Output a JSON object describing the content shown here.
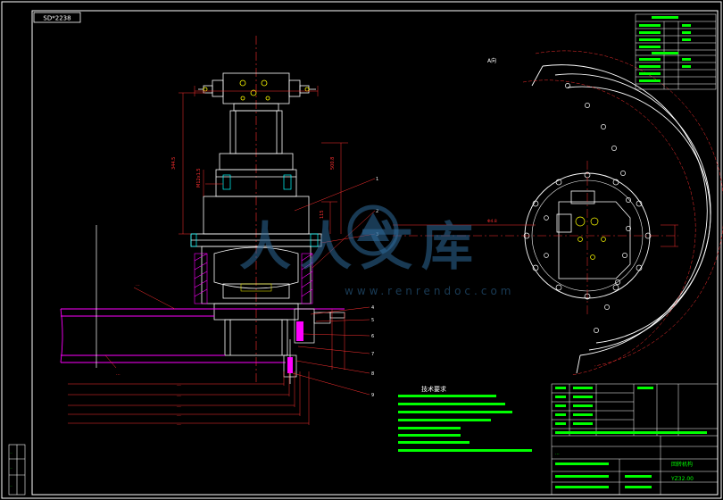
{
  "drawing": {
    "code_box_label": "SD*2238",
    "view_label": "A向",
    "drawing_number": "YZ32.00",
    "title_block_label": "回转机构"
  },
  "watermark": {
    "brand": "人人文库",
    "url": "www.renrendoc.com"
  },
  "tech_requirements": {
    "title": "技术要求"
  },
  "colors": {
    "background": "#000000",
    "frame": "#ffffff",
    "outline": "#ffffff",
    "dimension": "#ff3030",
    "centerline": "#ff3030",
    "hatch": "#ff00ff",
    "leader": "#ff3030",
    "yellow": "#ffff00",
    "cyan": "#00ffff",
    "green": "#00ff00"
  }
}
